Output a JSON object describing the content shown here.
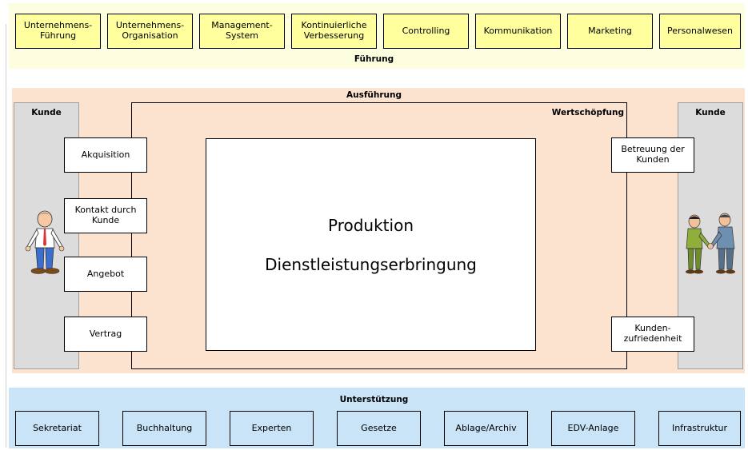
{
  "fuehrung": {
    "label": "Führung",
    "items": [
      {
        "label": "Unternehmens-\nFührung"
      },
      {
        "label": "Unternehmens-\nOrganisation"
      },
      {
        "label": "Management-\nSystem"
      },
      {
        "label": "Kontinuierliche\nVerbesserung"
      },
      {
        "label": "Controlling"
      },
      {
        "label": "Kommunikation"
      },
      {
        "label": "Marketing"
      },
      {
        "label": "Personalwesen"
      }
    ]
  },
  "ausfuehrung": {
    "label": "Ausführung",
    "wertschoepfung_label": "Wertschöpfung",
    "kunde_left": "Kunde",
    "kunde_right": "Kunde",
    "left_steps": [
      {
        "label": "Akquisition"
      },
      {
        "label": "Kontakt durch\nKunde"
      },
      {
        "label": "Angebot"
      },
      {
        "label": "Vertrag"
      }
    ],
    "right_steps": [
      {
        "label": "Betreuung der\nKunden"
      },
      {
        "label": "Kunden-\nzufriedenheit"
      }
    ],
    "production": {
      "title": "Produktion",
      "subtitle": "Dienstleistungserbringung"
    },
    "illustrations": {
      "left": "standing-man-illustration",
      "right": "handshake-illustration"
    }
  },
  "unterstuetzung": {
    "label": "Unterstützung",
    "items": [
      {
        "label": "Sekretariat"
      },
      {
        "label": "Buchhaltung"
      },
      {
        "label": "Experten"
      },
      {
        "label": "Gesetze"
      },
      {
        "label": "Ablage/Archiv"
      },
      {
        "label": "EDV-Anlage"
      },
      {
        "label": "Infrastruktur"
      }
    ]
  },
  "colors": {
    "fuehrung_band": "#fdfde0",
    "fuehrung_box": "#ffff9e",
    "ausfuehrung_band": "#fce3cf",
    "kunde_column": "#dcdcdc",
    "unterstuetzung_band": "#c9e3f7"
  }
}
